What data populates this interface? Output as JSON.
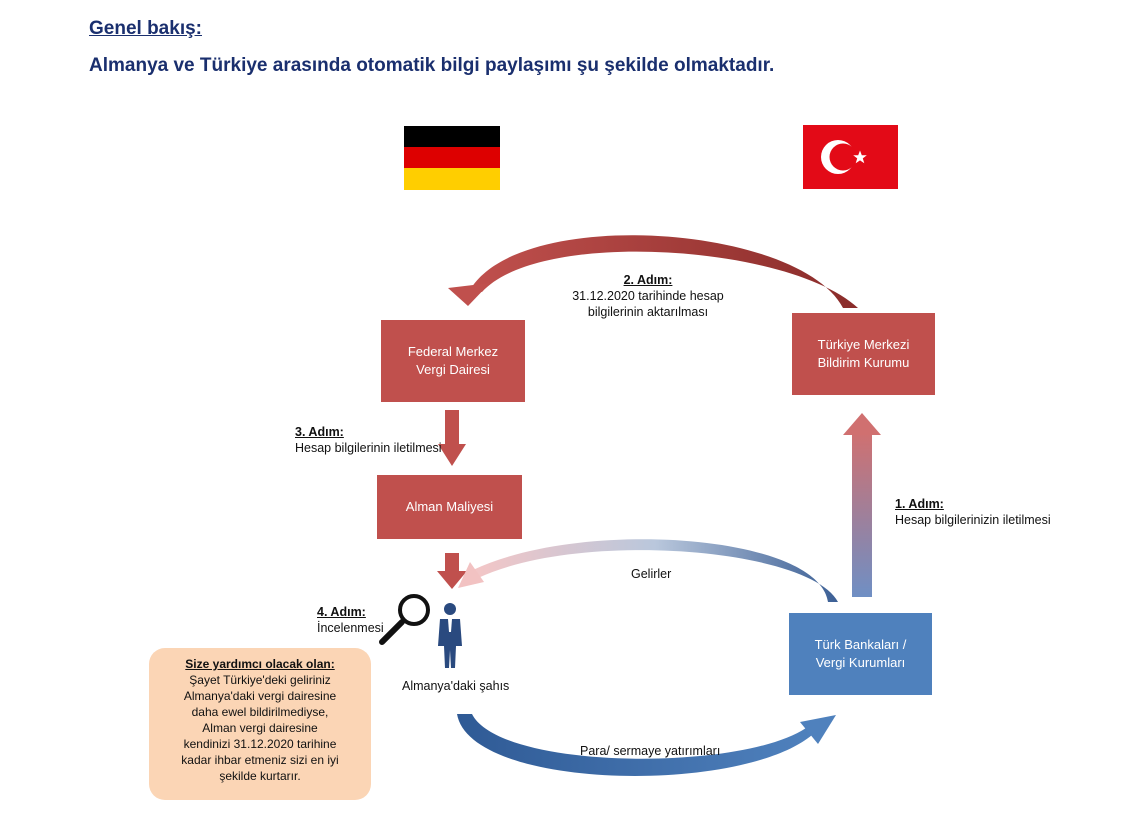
{
  "header": {
    "title": "Genel bakış:",
    "subtitle": "Almanya ve Türkiye arasında otomatik bilgi paylaşımı şu şekilde olmaktadır."
  },
  "flags": {
    "germany": {
      "icon": "germany-flag-icon",
      "colors": [
        "#000000",
        "#dd0000",
        "#ffce00"
      ]
    },
    "turkey": {
      "icon": "turkey-flag-icon",
      "colors": [
        "#e30a17",
        "#ffffff"
      ]
    }
  },
  "boxes": {
    "federal": [
      "Federal Merkez",
      "Vergi Dairesi"
    ],
    "turkiye_merkez": [
      "Türkiye Merkezi",
      "Bildirim Kurumu"
    ],
    "alman_maliyesi": "Alman Maliyesi",
    "turk_bankalari": [
      "Türk Bankaları /",
      "Vergi Kurumları"
    ]
  },
  "steps": {
    "step1": {
      "title": "1. Adım:",
      "text": "Hesap bilgilerinizin iletilmesi"
    },
    "step2": {
      "title": "2. Adım:",
      "lines": [
        "31.12.2020 tarihinde hesap",
        "bilgilerinin aktarılması"
      ]
    },
    "step3": {
      "title": "3. Adım:",
      "text": "Hesap bilgilerinin iletilmesi"
    },
    "step4": {
      "title": "4. Adım:",
      "text": "İncelenmesi"
    }
  },
  "labels": {
    "gelirler": "Gelirler",
    "person": "Almanya'daki şahıs",
    "para": "Para/ sermaye yatırımları"
  },
  "note": {
    "title": "Size yardımcı olacak olan:",
    "lines": [
      "Şayet Türkiye'deki geliriniz",
      "Almanya'daki vergi dairesine",
      "daha ewel  bildirilmediyse,",
      "Alman vergi  dairesine",
      "kendinizi  31.12.2020 tarihine",
      "kadar ihbar etmeniz sizi en iyi",
      "şekilde kurtarır."
    ]
  },
  "colors": {
    "accent_red": "#c0504d",
    "accent_blue": "#4f81bd",
    "title_navy": "#1a2f6e",
    "note_bg": "#fbd5b5"
  }
}
